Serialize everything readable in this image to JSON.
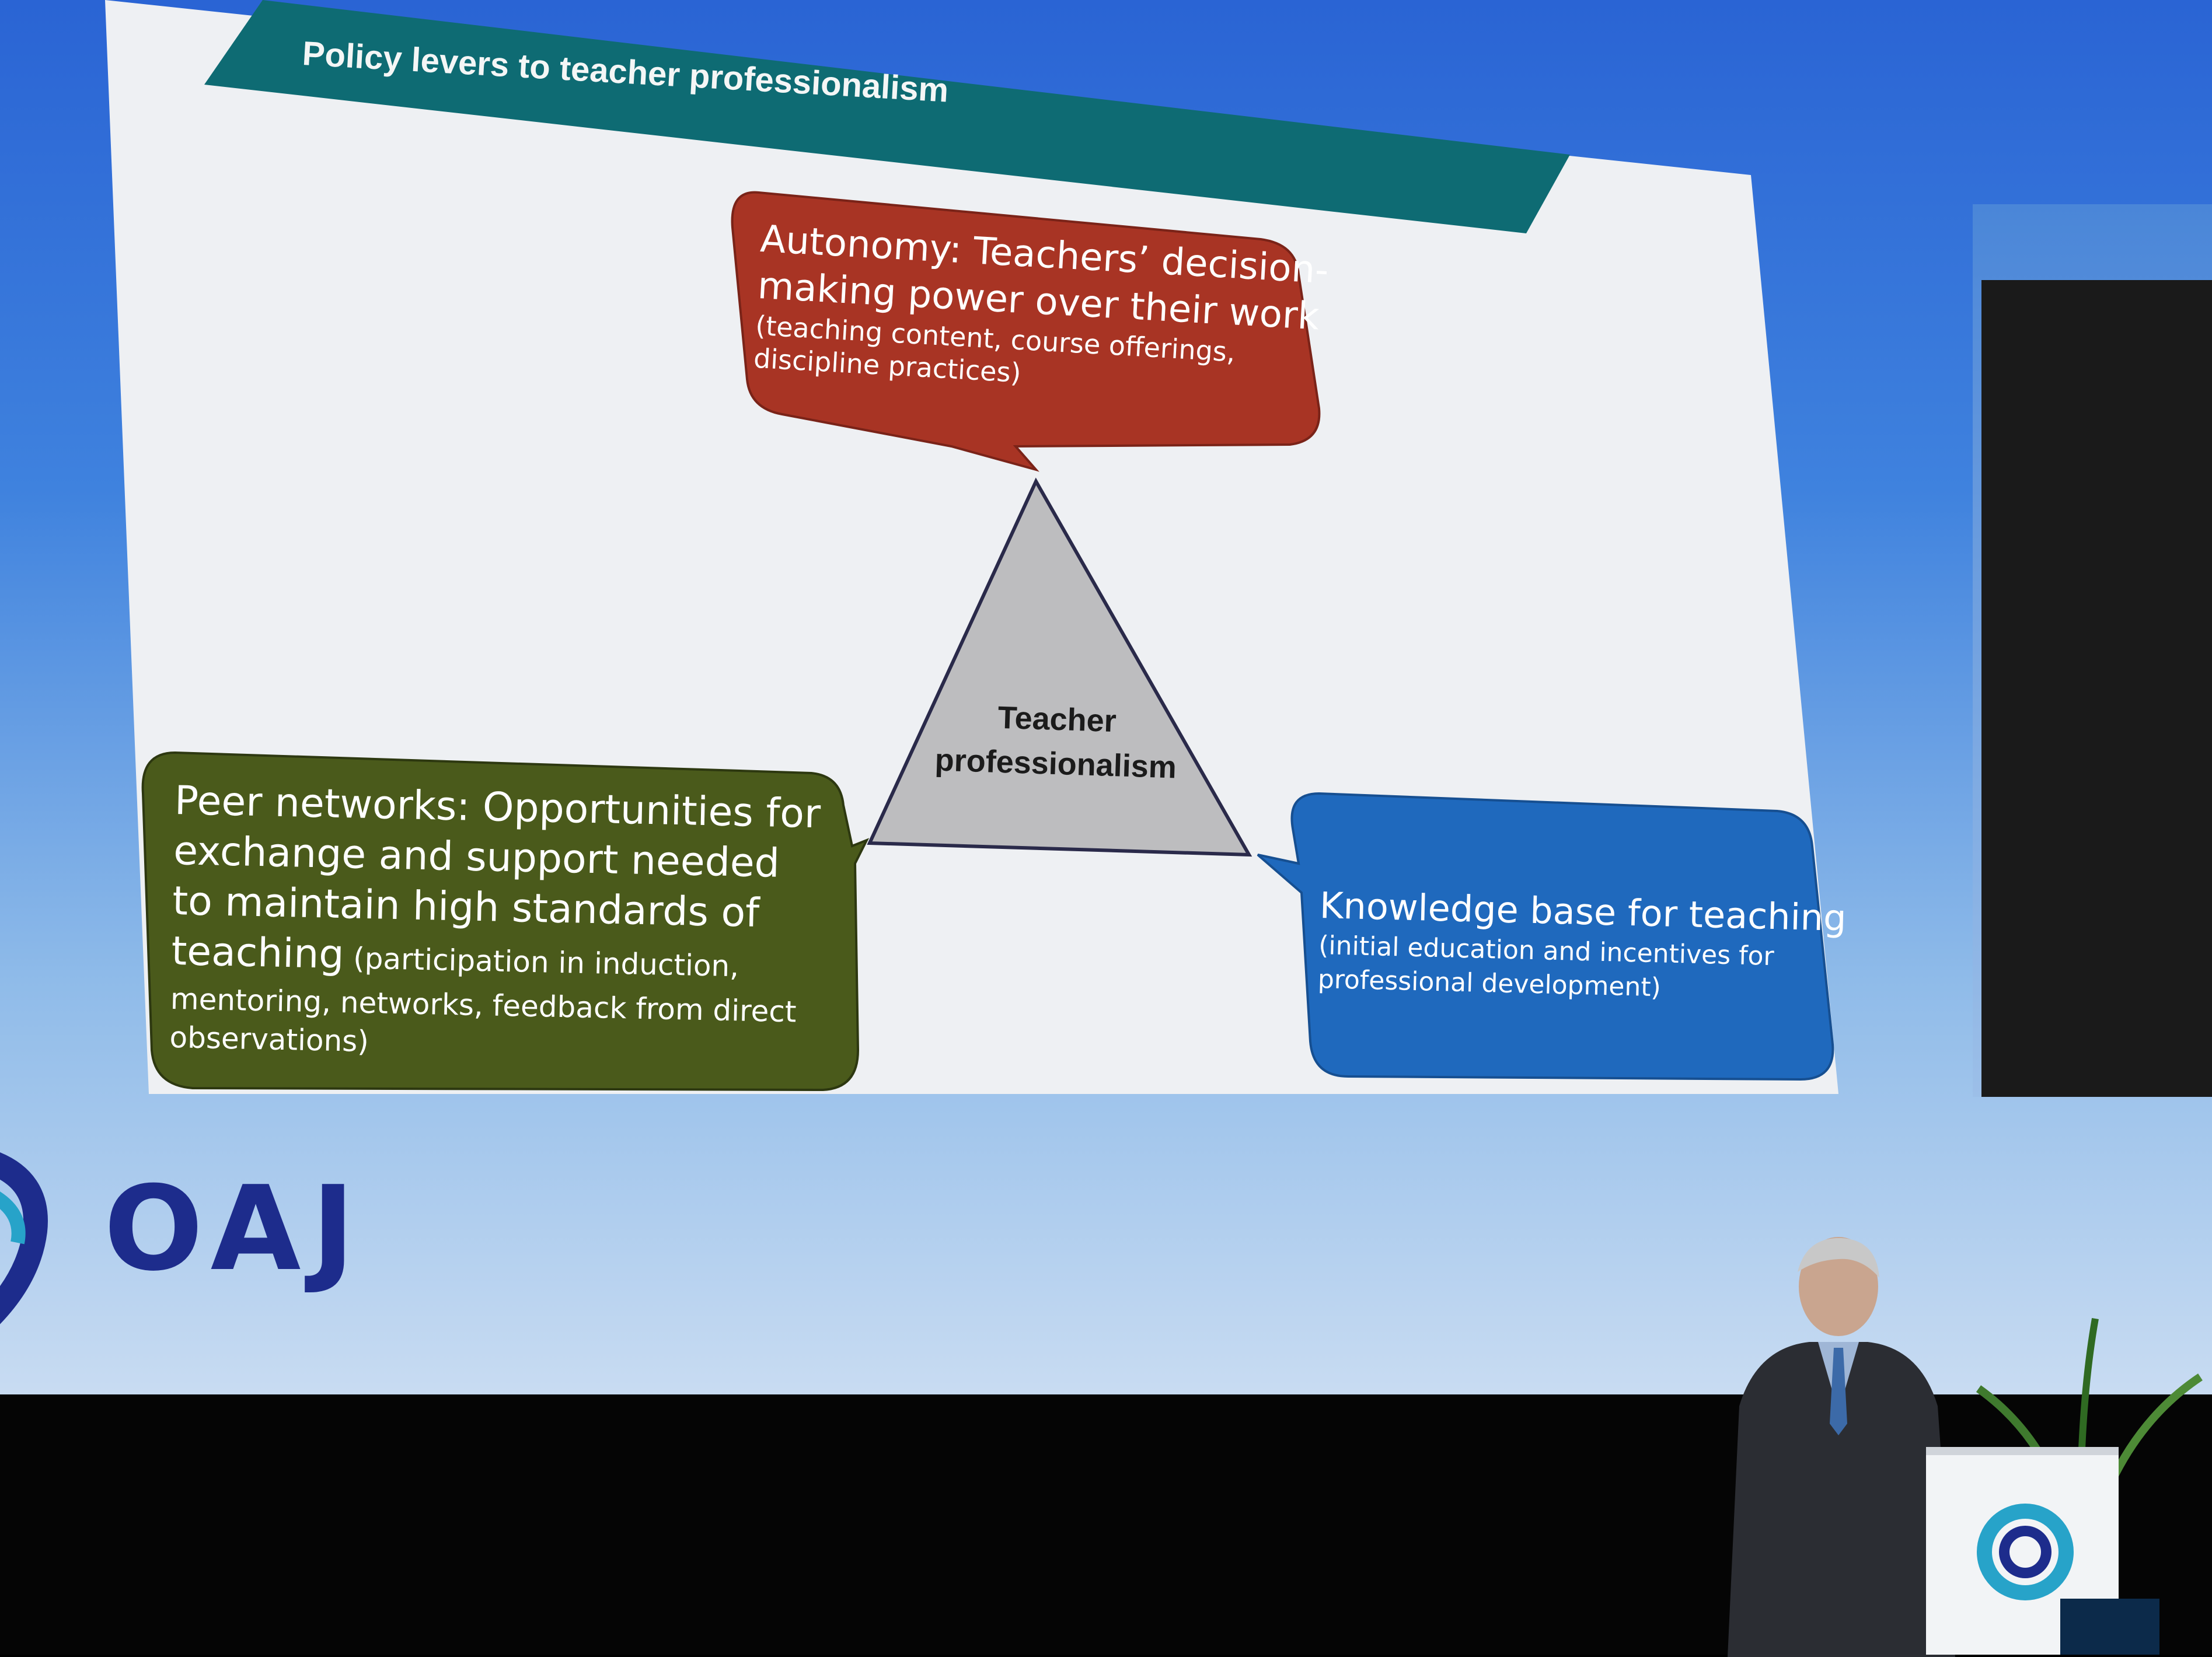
{
  "slide": {
    "title": "Policy levers to teacher professionalism",
    "center_label_line1": "Teacher",
    "center_label_line2": "professionalism",
    "autonomy": {
      "line1": "Autonomy: Teachers’ decision-",
      "line2": "making power over their work",
      "sub1": "(teaching content, course offerings,",
      "sub2": "discipline practices)"
    },
    "peer_networks": {
      "line1": "Peer networks: Opportunities for",
      "line2": "exchange and support needed",
      "line3": "to maintain high standards of",
      "line4_main": "teaching",
      "line4_sub": " (participation in induction,",
      "sub2": "mentoring, networks, feedback from direct",
      "sub3": "observations)"
    },
    "knowledge_base": {
      "line1": "Knowledge base for teaching",
      "sub1": "(initial education and incentives for",
      "sub2": "professional development)"
    }
  },
  "branding": {
    "logo_text": "OAJ"
  },
  "colors": {
    "title_bar": "#0e6b73",
    "autonomy_box": "#a83424",
    "peer_box": "#4a5a1b",
    "knowledge_box": "#1f69bd",
    "triangle": "#bdbdbf",
    "slide_bg": "#eef0f3",
    "logo": "#1d2c8c"
  },
  "icons": [
    "oaj-emblem-icon"
  ]
}
